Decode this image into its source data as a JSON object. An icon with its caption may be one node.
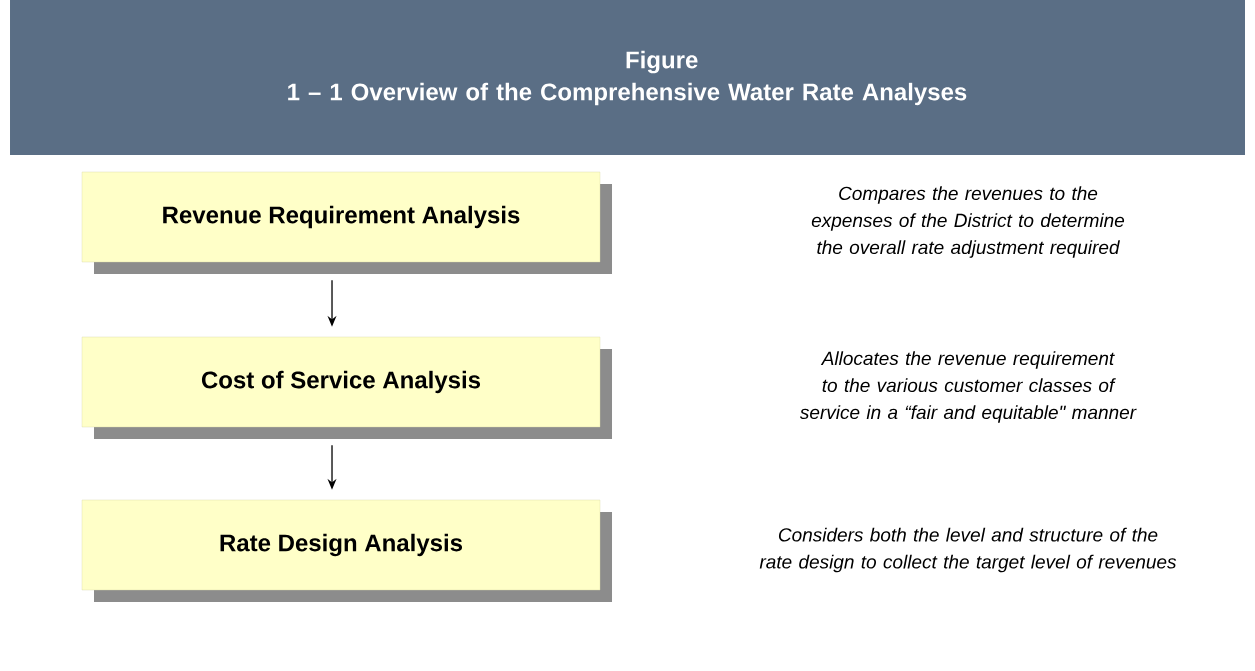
{
  "diagram": {
    "title": "Figure 1 – 1 Overview of the Comprehensive Water Rate Analyses",
    "nodes": [
      {
        "text": [
          "Revenue Requirement Analysis"
        ]
      },
      {
        "text": [
          "Cost of Service Analysis"
        ]
      },
      {
        "text": [
          "Rate Design Analysis"
        ]
      }
    ],
    "edges": [
      {
        "from": 0,
        "to": 1,
        "arrow": "to"
      },
      {
        "from": 1,
        "to": 2,
        "arrow": "to"
      }
    ],
    "labels": [
      "Compares the revenues to the expenses of the District to determine the overall rate adjustment required",
      "Allocates the revenue requirement to the various customer classes of service in a “fair and equitable\" manner",
      "Considers both the level and structure of the rate design to collect the target level of revenues"
    ]
  }
}
